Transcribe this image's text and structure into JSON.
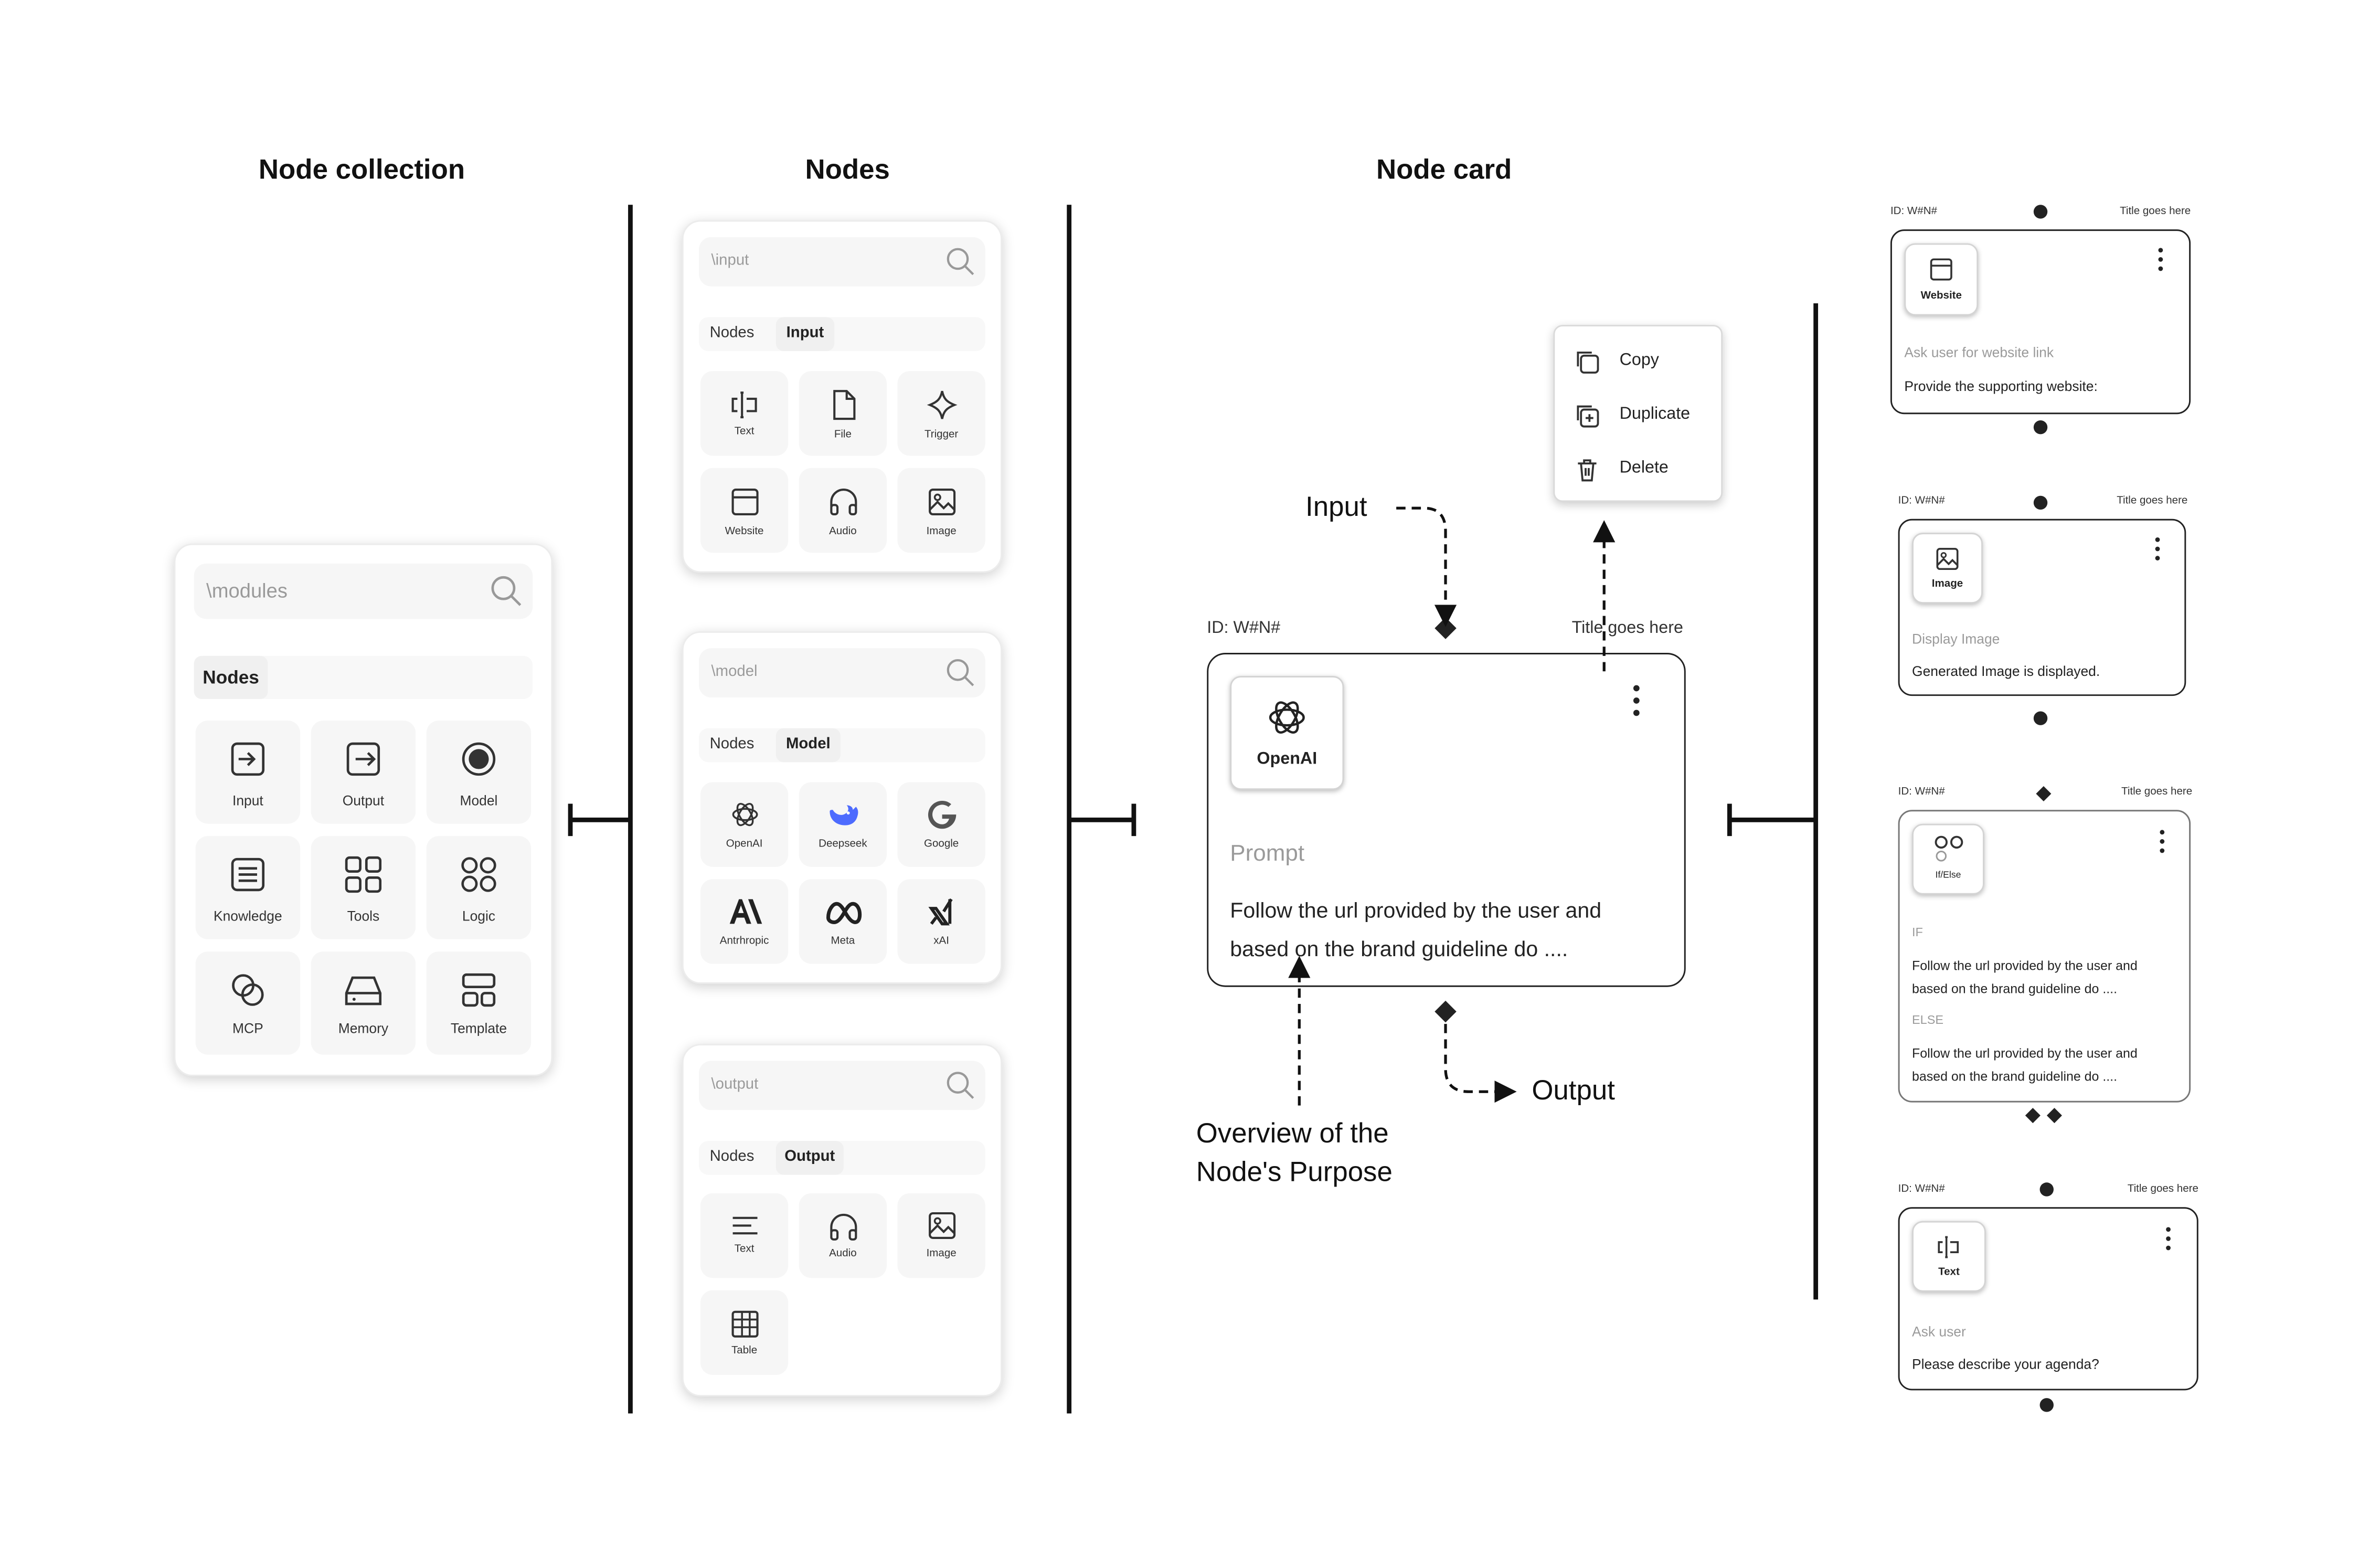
{
  "titles": {
    "collection": "Node collection",
    "nodes": "Nodes",
    "card": "Node card"
  },
  "collection": {
    "search_placeholder": "\\modules",
    "tab": "Nodes",
    "tiles": [
      "Input",
      "Output",
      "Model",
      "Knowledge",
      "Tools",
      "Logic",
      "MCP",
      "Memory",
      "Template"
    ]
  },
  "nodes_input": {
    "search_placeholder": "\\input",
    "tabs": [
      "Nodes",
      "Input"
    ],
    "tiles": [
      "Text",
      "File",
      "Trigger",
      "Website",
      "Audio",
      "Image"
    ]
  },
  "nodes_model": {
    "search_placeholder": "\\model",
    "tabs": [
      "Nodes",
      "Model"
    ],
    "tiles": [
      "OpenAI",
      "Deepseek",
      "Google",
      "Antrhropic",
      "Meta",
      "xAI"
    ]
  },
  "nodes_output": {
    "search_placeholder": "\\output",
    "tabs": [
      "Nodes",
      "Output"
    ],
    "tiles": [
      "Text",
      "Audio",
      "Image",
      "Table"
    ]
  },
  "main_card": {
    "id": "ID: W#N#",
    "title": "Title goes here",
    "icon_label": "OpenAI",
    "section": "Prompt",
    "text": "Follow the url provided by the user and based on the brand guideline do ...."
  },
  "context_menu": {
    "items": [
      "Copy",
      "Duplicate",
      "Delete"
    ]
  },
  "annotations": {
    "input": "Input",
    "output": "Output",
    "overview_1": "Overview of the",
    "overview_2": "Node's Purpose"
  },
  "variants": [
    {
      "id": "ID: W#N#",
      "title": "Title goes here",
      "icon_label": "Website",
      "subtitle": "Ask user for website link",
      "text": "Provide the supporting website:"
    },
    {
      "id": "ID: W#N#",
      "title": "Title goes here",
      "icon_label": "Image",
      "subtitle": "Display Image",
      "text": "Generated Image is displayed."
    },
    {
      "id": "ID: W#N#",
      "title": "Title goes here",
      "icon_label": "If/Else",
      "if_label": "IF",
      "if_text": "Follow the url provided by the user and based on the brand guideline do ....",
      "else_label": "ELSE",
      "else_text": "Follow the url provided by the user and based on the brand guideline do ...."
    },
    {
      "id": "ID: W#N#",
      "title": "Title goes here",
      "icon_label": "Text",
      "subtitle": "Ask user",
      "text": "Please describe your agenda?"
    }
  ],
  "colors": {
    "line": "#111111",
    "tile_bg": "#f6f6f6",
    "muted_text": "#9a9a9a",
    "deepseek_blue": "#4d6bfe"
  },
  "icons": [
    "search-icon",
    "input-icon",
    "output-icon",
    "model-icon",
    "knowledge-icon",
    "tools-icon",
    "logic-icon",
    "mcp-icon",
    "memory-icon",
    "template-icon",
    "text-cursor-icon",
    "file-icon",
    "sparkle-icon",
    "website-icon",
    "headphones-icon",
    "image-icon",
    "openai-icon",
    "deepseek-icon",
    "google-icon",
    "anthropic-icon",
    "meta-icon",
    "xai-icon",
    "lines-icon",
    "table-icon",
    "kebab-icon",
    "copy-icon",
    "duplicate-icon",
    "trash-icon",
    "if-else-icon"
  ]
}
